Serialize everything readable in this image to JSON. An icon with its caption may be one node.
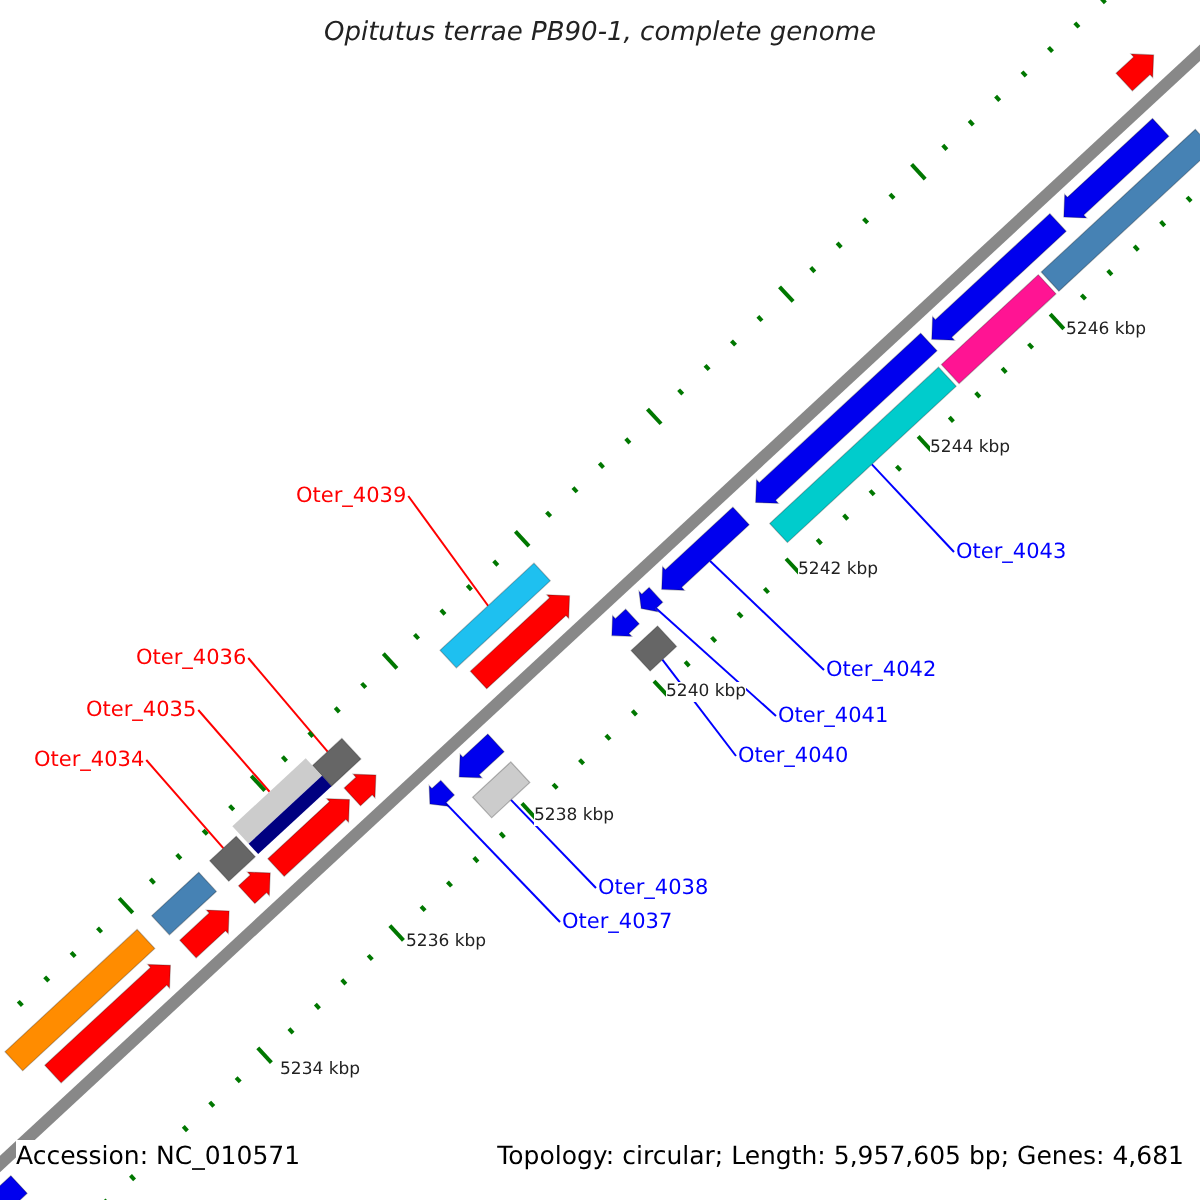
{
  "diagram": {
    "title": "Opitutus terrae PB90-1, complete genome",
    "nodes": [
      {
        "text": [
          "Oter_4039"
        ]
      },
      {
        "text": [
          "Oter_4036"
        ]
      },
      {
        "text": [
          "Oter_4035"
        ]
      },
      {
        "text": [
          "Oter_4034"
        ]
      },
      {
        "text": [
          "Oter_4038"
        ]
      },
      {
        "text": [
          "Oter_4037"
        ]
      },
      {
        "text": [
          "Oter_4043"
        ]
      },
      {
        "text": [
          "Oter_4042"
        ]
      },
      {
        "text": [
          "Oter_4041"
        ]
      },
      {
        "text": [
          "Oter_4040"
        ]
      },
      {
        "text": [],
        "shape": "bar"
      },
      {
        "text": [],
        "shape": "bar"
      },
      {
        "text": [],
        "shape": "bar"
      },
      {
        "text": [],
        "shape": "bar"
      },
      {
        "text": [],
        "shape": "bar"
      },
      {
        "text": [],
        "shape": "arrow"
      },
      {
        "text": [],
        "shape": "bar"
      },
      {
        "text": [],
        "shape": "arrow"
      },
      {
        "text": [],
        "shape": "arrow"
      },
      {
        "text": [],
        "shape": "bar"
      },
      {
        "text": [],
        "shape": "arrow"
      },
      {
        "text": [],
        "shape": "bar"
      },
      {
        "text": [],
        "shape": "arrow"
      },
      {
        "text": [],
        "shape": "bar"
      },
      {
        "text": [],
        "shape": "arrow"
      },
      {
        "text": [],
        "shape": "arrow"
      },
      {
        "text": [],
        "shape": "arrow"
      },
      {
        "text": [],
        "shape": "arrow"
      },
      {
        "text": [],
        "shape": "arrow"
      },
      {
        "text": [],
        "shape": "arrow"
      },
      {
        "text": [],
        "shape": "arrow"
      },
      {
        "text": [],
        "shape": "arrow"
      },
      {
        "text": [],
        "shape": "bar"
      },
      {
        "text": [],
        "shape": "arrow"
      },
      {
        "text": [],
        "shape": "bar"
      },
      {
        "text": [],
        "shape": "arrow"
      },
      {
        "text": [],
        "shape": "arrow"
      }
    ],
    "edges": [
      {
        "from": 0,
        "to": 10,
        "arrow": "none",
        "color": "#ff0000"
      },
      {
        "from": 1,
        "to": 11,
        "arrow": "none",
        "color": "#ff0000"
      },
      {
        "from": 2,
        "to": 12,
        "arrow": "none",
        "color": "#ff0000"
      },
      {
        "from": 3,
        "to": 13,
        "arrow": "none",
        "color": "#ff0000"
      },
      {
        "from": 4,
        "to": 14,
        "arrow": "none"
      },
      {
        "from": 5,
        "to": 15,
        "arrow": "none"
      },
      {
        "from": 6,
        "to": 16,
        "arrow": "none"
      },
      {
        "from": 7,
        "to": 17,
        "arrow": "none"
      },
      {
        "from": 8,
        "to": 18,
        "arrow": "none"
      },
      {
        "from": 9,
        "to": 19,
        "arrow": "none"
      }
    ],
    "labels": [
      "5246 kbp",
      "5244 kbp",
      "5242 kbp",
      "5240 kbp",
      "5238 kbp",
      "5236 kbp",
      "5234 kbp",
      "Accession: NC_010571",
      "Topology: circular; Length: 5,957,605 bp; Genes: 4,681"
    ]
  }
}
